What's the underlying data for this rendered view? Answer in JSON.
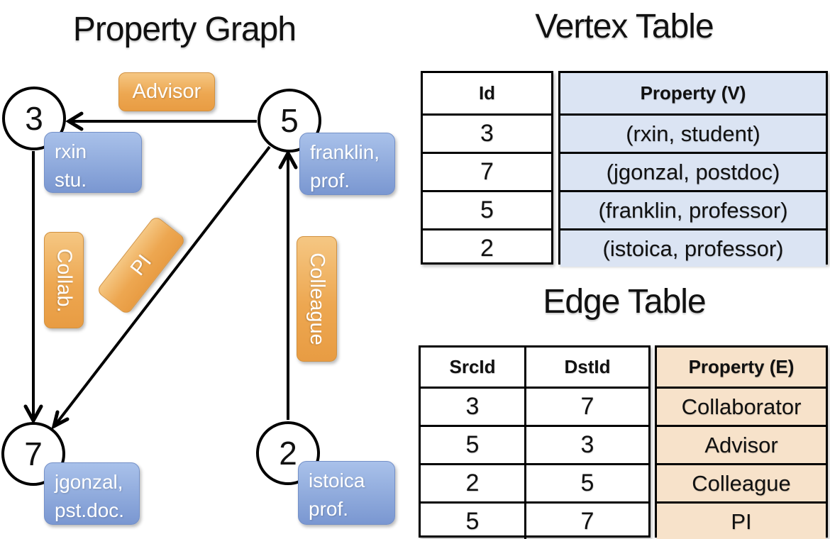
{
  "titles": {
    "graph": "Property Graph",
    "vertex_table": "Vertex Table",
    "edge_table": "Edge Table"
  },
  "graph": {
    "nodes": [
      {
        "id": "3",
        "line1": "rxin",
        "line2": "stu."
      },
      {
        "id": "5",
        "line1": "franklin,",
        "line2": "prof."
      },
      {
        "id": "7",
        "line1": "jgonzal,",
        "line2": "pst.doc."
      },
      {
        "id": "2",
        "line1": "istoica",
        "line2": "prof."
      }
    ],
    "edge_labels": [
      {
        "text": "Advisor"
      },
      {
        "text": "Collab."
      },
      {
        "text": "PI"
      },
      {
        "text": "Colleague"
      }
    ]
  },
  "vertex_table": {
    "headers": {
      "id": "Id",
      "property": "Property (V)"
    },
    "rows": [
      {
        "id": "3",
        "property": "(rxin, student)"
      },
      {
        "id": "7",
        "property": "(jgonzal, postdoc)"
      },
      {
        "id": "5",
        "property": "(franklin, professor)"
      },
      {
        "id": "2",
        "property": "(istoica, professor)"
      }
    ]
  },
  "edge_table": {
    "headers": {
      "src": "SrcId",
      "dst": "DstId",
      "property": "Property (E)"
    },
    "rows": [
      {
        "src": "3",
        "dst": "7",
        "property": "Collaborator"
      },
      {
        "src": "5",
        "dst": "3",
        "property": "Advisor"
      },
      {
        "src": "2",
        "dst": "5",
        "property": "Colleague"
      },
      {
        "src": "5",
        "dst": "7",
        "property": "PI"
      }
    ]
  },
  "colors": {
    "edge_label_gradient_top": "#f5c783",
    "edge_label_gradient_bottom": "#e89c43",
    "vertex_label_gradient_top": "#a9c1ea",
    "vertex_label_gradient_bottom": "#7a97d1",
    "vertex_property_fill": "#dbe4f3",
    "edge_property_fill": "#f7e2ca",
    "line_color": "#000000"
  }
}
